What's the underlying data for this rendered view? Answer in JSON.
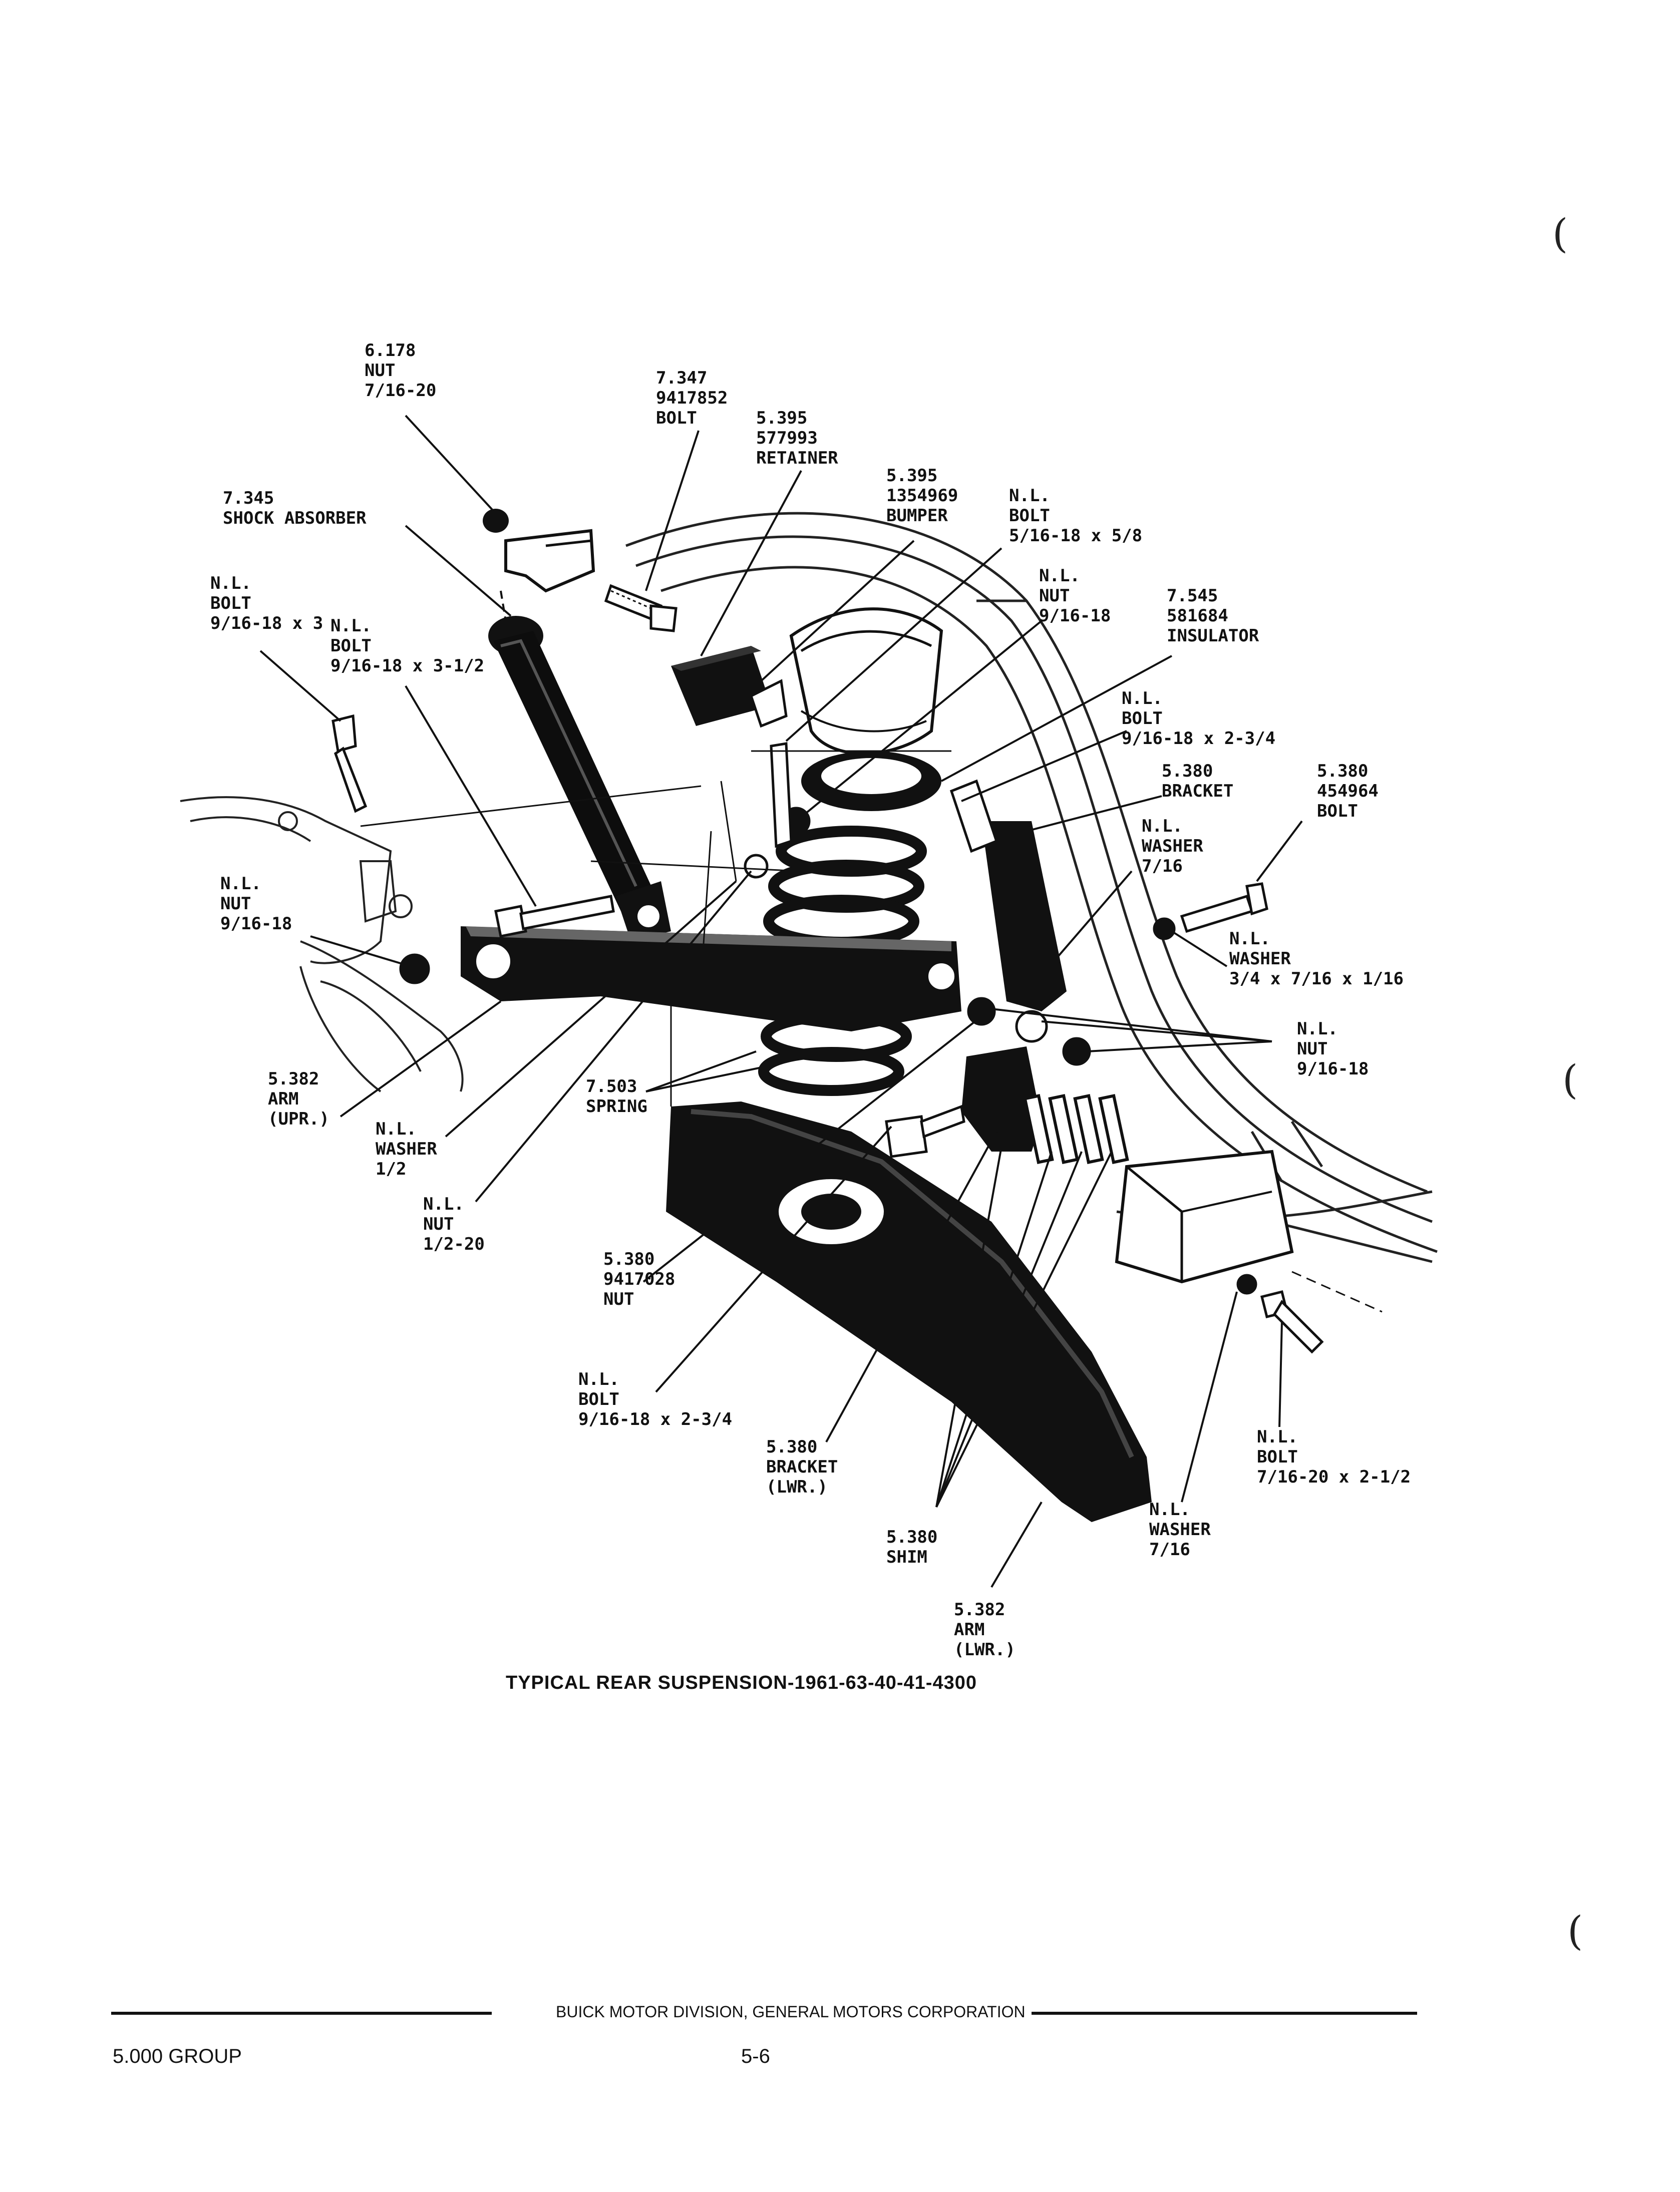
{
  "caption": "TYPICAL REAR SUSPENSION-1961-63-40-41-4300",
  "footer": {
    "publisher": "BUICK MOTOR DIVISION, GENERAL MOTORS CORPORATION",
    "group": "5.000 GROUP",
    "page": "5-6"
  },
  "callouts": {
    "nut_6178": [
      "6.178",
      "NUT",
      "7/16-20"
    ],
    "bolt_7347": [
      "7.347",
      "9417852",
      "BOLT"
    ],
    "retainer_5395": [
      "5.395",
      "577993",
      "RETAINER"
    ],
    "bumper_5395": [
      "5.395",
      "1354969",
      "BUMPER"
    ],
    "bolt_nl_516": [
      "N.L.",
      "BOLT",
      "5/16-18 x 5/8"
    ],
    "nut_nl_916_top": [
      "N.L.",
      "NUT",
      "9/16-18"
    ],
    "insulator_7545": [
      "7.545",
      "581684",
      "INSULATOR"
    ],
    "shock_7345": [
      "7.345",
      "SHOCK ABSORBER"
    ],
    "bolt_nl_916x3": [
      "N.L.",
      "BOLT",
      "9/16-18 x 3"
    ],
    "bolt_nl_916x312": [
      "N.L.",
      "BOLT",
      "9/16-18 x 3-1/2"
    ],
    "bolt_nl_916x234_top": [
      "N.L.",
      "BOLT",
      "9/16-18 x 2-3/4"
    ],
    "bracket_5380": [
      "5.380",
      "BRACKET"
    ],
    "bolt_5380": [
      "5.380",
      "454964",
      "BOLT"
    ],
    "washer_nl_716_top": [
      "N.L.",
      "WASHER",
      "7/16"
    ],
    "washer_nl_34": [
      "N.L.",
      "WASHER",
      "3/4 x 7/16 x 1/16"
    ],
    "nut_nl_916_left": [
      "N.L.",
      "NUT",
      "9/16-18"
    ],
    "nut_nl_916_right": [
      "N.L.",
      "NUT",
      "9/16-18"
    ],
    "arm_upr_5382": [
      "5.382",
      "ARM",
      "(UPR.)"
    ],
    "spring_7503": [
      "7.503",
      "SPRING"
    ],
    "washer_nl_12": [
      "N.L.",
      "WASHER",
      "1/2"
    ],
    "nut_nl_12": [
      "N.L.",
      "NUT",
      "1/2-20"
    ],
    "nut_5380": [
      "5.380",
      "9417028",
      "NUT"
    ],
    "bolt_nl_916x234_low": [
      "N.L.",
      "BOLT",
      "9/16-18 x 2-3/4"
    ],
    "bracket_lwr_5380": [
      "5.380",
      "BRACKET",
      "(LWR.)"
    ],
    "shim_5380": [
      "5.380",
      "SHIM"
    ],
    "arm_lwr_5382": [
      "5.382",
      "ARM",
      "(LWR.)"
    ],
    "washer_nl_716_low": [
      "N.L.",
      "WASHER",
      "7/16"
    ],
    "bolt_nl_716x212": [
      "N.L.",
      "BOLT",
      "7/16-20 x 2-1/2"
    ]
  }
}
